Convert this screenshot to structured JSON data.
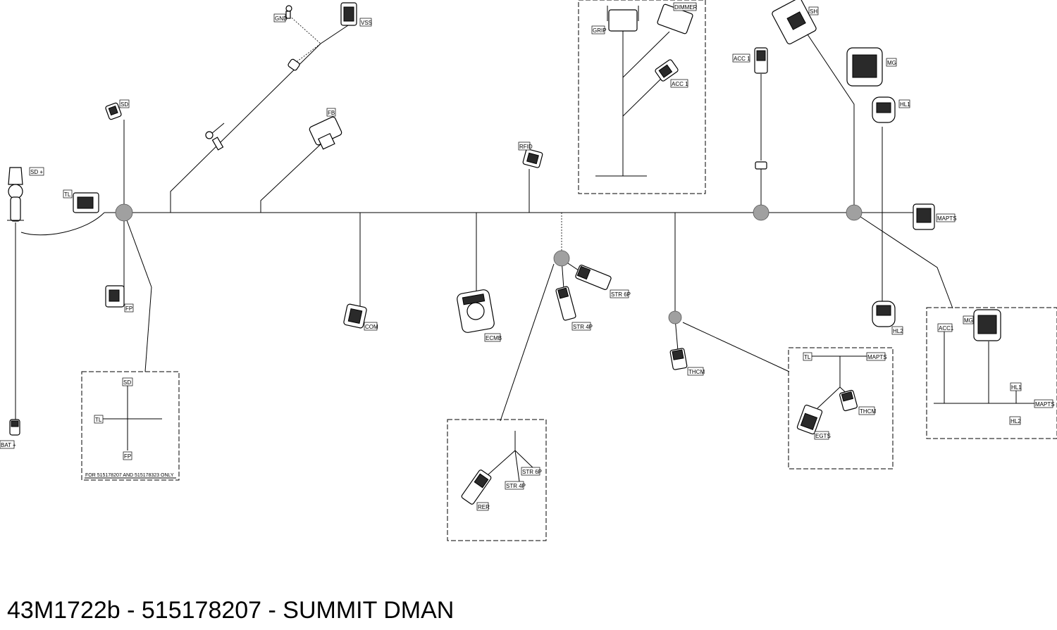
{
  "title": "43M1722b - 515178207 - SUMMIT DMAN",
  "labels": {
    "gnd": "GND",
    "vss": "VSS",
    "sd_top": "SD",
    "fb": "FB",
    "sd_plus": "SD +",
    "tl": "TL",
    "fp": "FP",
    "com": "COM",
    "ecmb": "ECMB",
    "rfid": "RFID",
    "str6p": "STR 6P",
    "str4p": "STR 4P",
    "grip": "GRIP",
    "dimmer": "DIMMER",
    "acc1_box": "ACC 1",
    "acc1": "ACC 1",
    "sh": "SH",
    "mg": "MG",
    "hl1": "HL1",
    "mapts": "MAPTS",
    "hl2": "HL2",
    "thcm": "THCM",
    "bat": "BAT +",
    "box_sd": "SD",
    "box_tl": "TL",
    "box_fp": "FP",
    "box_note": "FOR 515178207 AND 515178323 ONLY",
    "box_str6p": "STR 6P",
    "box_str4p": "STR 4P",
    "box_rer": "RER",
    "box_tl2": "TL",
    "box_mapts": "MAPTS",
    "box_thcm": "THCM",
    "box_egts": "EGTS",
    "box_acc1": "ACC1",
    "box_mg": "MG",
    "box_hl1": "HL1",
    "box_mapts2": "MAPTS",
    "box_hl2": "HL2"
  }
}
